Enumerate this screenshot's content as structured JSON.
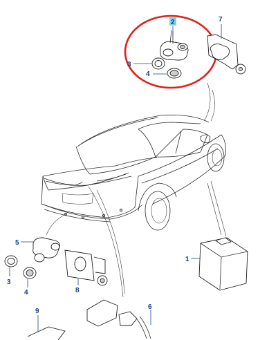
{
  "diagram": {
    "highlight_color": "#e0201a",
    "callout_color": "#1a3f8f",
    "callout_highlight_bg": "#7fd3e8",
    "callouts": {
      "c1": "1",
      "c2": "2",
      "c3_top": "3",
      "c4_top": "4",
      "c5": "5",
      "c3_bottom": "3",
      "c4_bottom": "4",
      "c6": "6",
      "c7": "7",
      "c8": "8",
      "c9": "9"
    },
    "highlighted_callout": "2"
  }
}
